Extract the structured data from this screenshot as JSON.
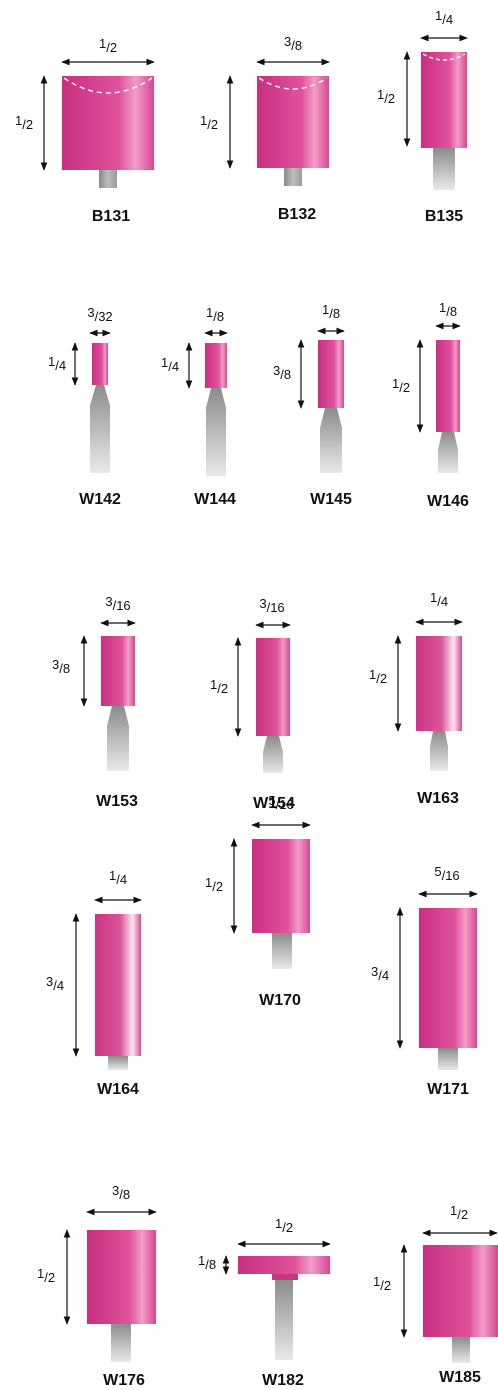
{
  "title": "",
  "palette": {
    "pink": "#d63a8e",
    "pink_light": "#f0a2ca",
    "pink_dark": "#b22a71",
    "shank_dark": "#8f8f8f",
    "shank_light": "#e6e6e6",
    "arrow": "#111111"
  },
  "items": [
    {
      "code": "B131",
      "width": {
        "n": "1",
        "d": "2"
      },
      "height": {
        "n": "1",
        "d": "2"
      },
      "concave": true
    },
    {
      "code": "B132",
      "width": {
        "n": "3",
        "d": "8"
      },
      "height": {
        "n": "1",
        "d": "2"
      },
      "concave": true
    },
    {
      "code": "B135",
      "width": {
        "n": "1",
        "d": "4"
      },
      "height": {
        "n": "1",
        "d": "2"
      },
      "concave": true
    },
    {
      "code": "W142",
      "width": {
        "n": "3",
        "d": "32"
      },
      "height": {
        "n": "1",
        "d": "4"
      }
    },
    {
      "code": "W144",
      "width": {
        "n": "1",
        "d": "8"
      },
      "height": {
        "n": "1",
        "d": "4"
      }
    },
    {
      "code": "W145",
      "width": {
        "n": "1",
        "d": "8"
      },
      "height": {
        "n": "3",
        "d": "8"
      }
    },
    {
      "code": "W146",
      "width": {
        "n": "1",
        "d": "8"
      },
      "height": {
        "n": "1",
        "d": "2"
      }
    },
    {
      "code": "W153",
      "width": {
        "n": "3",
        "d": "16"
      },
      "height": {
        "n": "3",
        "d": "8"
      }
    },
    {
      "code": "W154",
      "width": {
        "n": "3",
        "d": "16"
      },
      "height": {
        "n": "1",
        "d": "2"
      }
    },
    {
      "code": "W163",
      "width": {
        "n": "1",
        "d": "4"
      },
      "height": {
        "n": "1",
        "d": "2"
      }
    },
    {
      "code": "W164",
      "width": {
        "n": "1",
        "d": "4"
      },
      "height": {
        "n": "3",
        "d": "4"
      }
    },
    {
      "code": "W170",
      "width": {
        "n": "5",
        "d": "16"
      },
      "height": {
        "n": "1",
        "d": "2"
      }
    },
    {
      "code": "W171",
      "width": {
        "n": "5",
        "d": "16"
      },
      "height": {
        "n": "3",
        "d": "4"
      }
    },
    {
      "code": "W176",
      "width": {
        "n": "3",
        "d": "8"
      },
      "height": {
        "n": "1",
        "d": "2"
      }
    },
    {
      "code": "W182",
      "width": {
        "n": "1",
        "d": "2"
      },
      "height": {
        "n": "1",
        "d": "8"
      }
    },
    {
      "code": "W185",
      "width": {
        "n": "1",
        "d": "2"
      },
      "height": {
        "n": "1",
        "d": "2"
      }
    }
  ]
}
